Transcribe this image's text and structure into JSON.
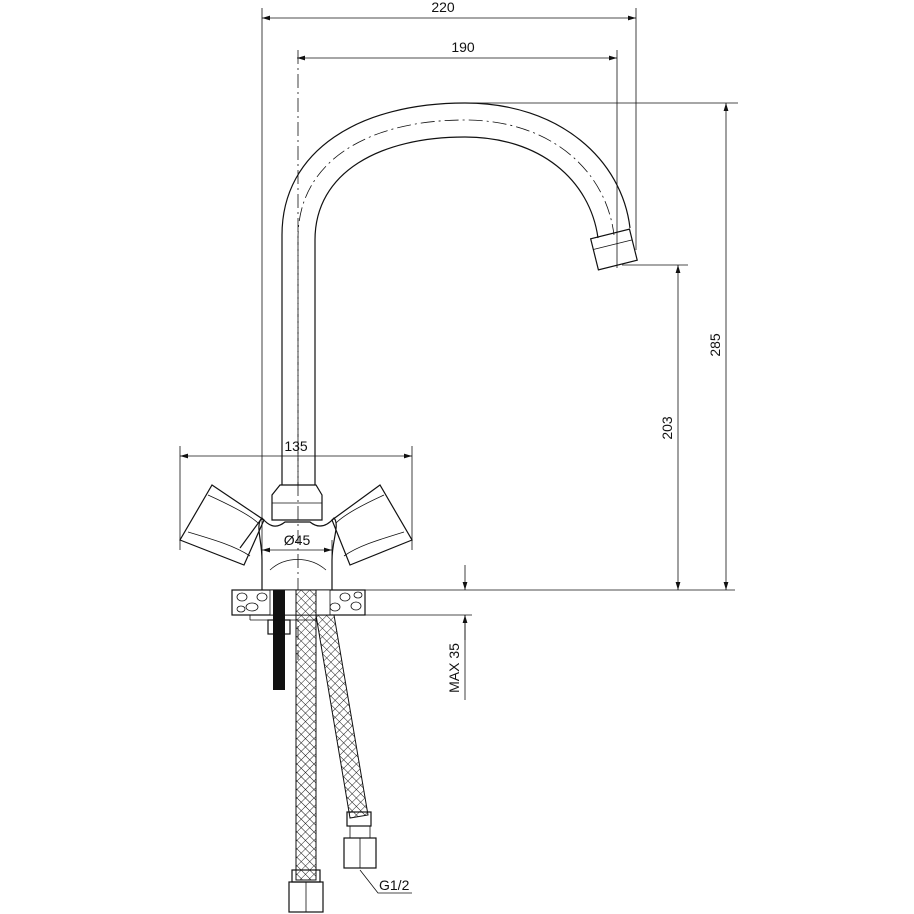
{
  "drawing": {
    "title": "Faucet dimension drawing",
    "dimensions": {
      "overall_reach": "220",
      "spout_reach": "190",
      "overall_height": "285",
      "spout_outlet_height": "203",
      "handle_span": "135",
      "base_diameter": "Ø45",
      "max_counter_thickness": "MAX 35",
      "hose_thread": "G1/2"
    },
    "colors": {
      "line": "#111111",
      "background": "#ffffff"
    }
  }
}
